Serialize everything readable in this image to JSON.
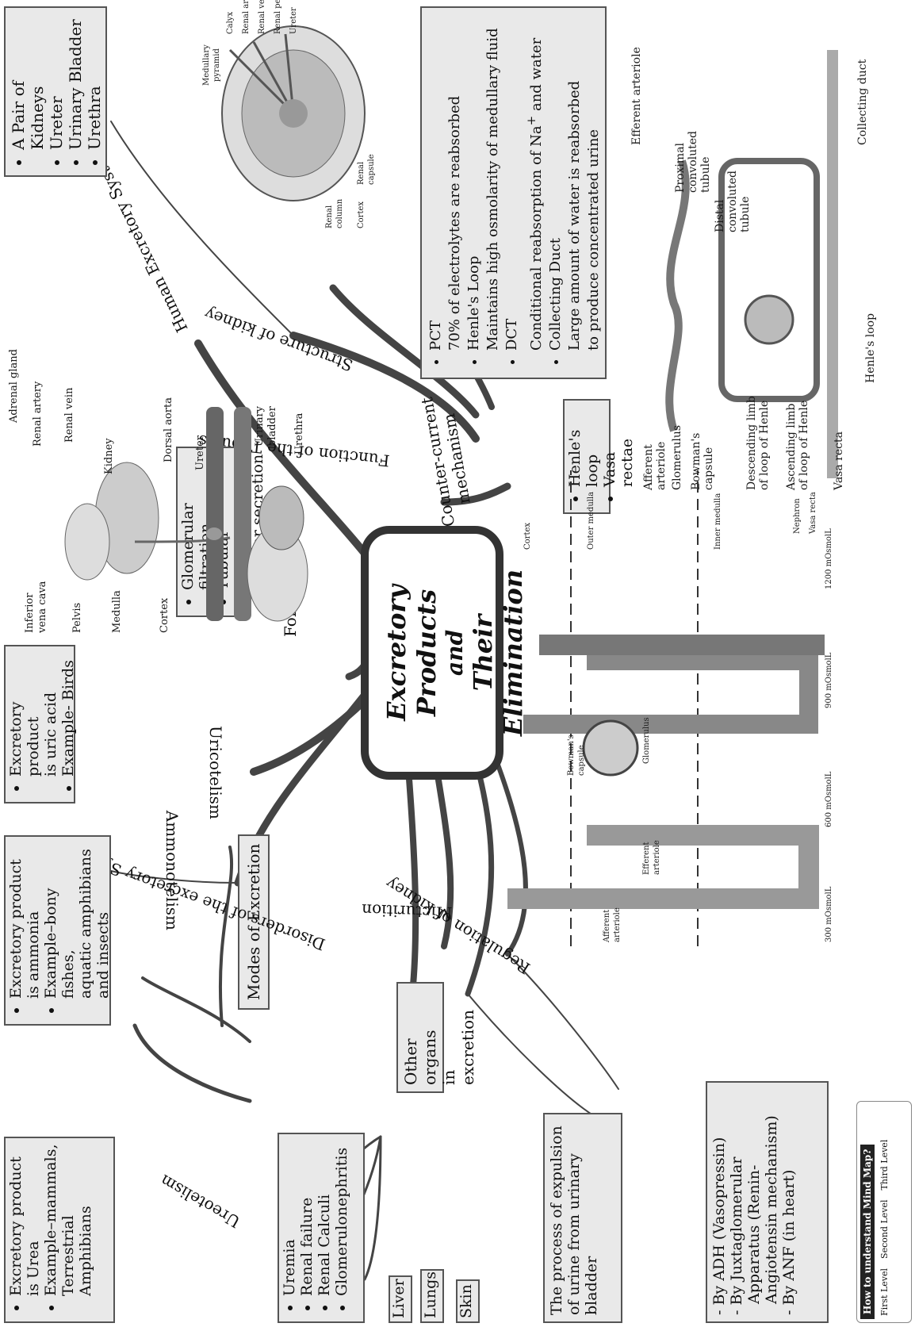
{
  "central_title": {
    "line1": "Excretory Products",
    "line2": "and",
    "line3": "Their Elimination"
  },
  "branches": {
    "human_excretory_system": "Human Excretory System",
    "structure_of_kidney": "Structure of kidney",
    "function_of_tubules": "Function of the Tubules",
    "counter_current": {
      "line1": "Counter-current",
      "line2": "mechanism"
    },
    "urine_formation": {
      "line1": "Urine",
      "line2": "Formation"
    },
    "modes_of_excretion": "Modes of Excretion",
    "ureotelism": "Ureotelism",
    "ammonotelism": "Ammonotelism",
    "uricotelism": "Uricotelism",
    "disorders": "Disorders of the excretory System",
    "micturition": "Micturition",
    "regulation": "Regulation of kidney",
    "other_organs": {
      "line1": "Other organs",
      "line2": "in excretion"
    }
  },
  "boxes": {
    "kidney_parts": [
      "A Pair of Kidneys",
      "Ureter",
      "Urinary Bladder",
      "Urethra"
    ],
    "tubules": [
      "PCT",
      "70% of electrolytes are reabsorbed",
      "Henle's Loop",
      "Maintains high osmolarity of medullary fluid",
      "DCT",
      "Conditional reabsorption of Na",
      "and water",
      "Collecting Duct",
      "Large amount of water is reabsorbed",
      "to produce concentrated urine"
    ],
    "counter_current": [
      "Henle's loop",
      "Vasa rectae"
    ],
    "urine_formation": [
      "Glomerular filtration",
      "Tubular reabsorption",
      "Tubular secretion"
    ],
    "uricotelism": [
      "Excretory product",
      "is uric acid",
      "Example- Birds"
    ],
    "ammonotelism": [
      "Excretory product",
      "is ammonia",
      "Example–bony fishes,",
      "aquatic amphibians",
      "and insects"
    ],
    "ureotelism": [
      "Excretory product",
      "is Urea",
      "Example–mammals,",
      "Terrestrial",
      "Amphibians"
    ],
    "disorders": [
      "Uremia",
      "Renal failure",
      "Renal Calculi",
      "Glomerulonephritis"
    ],
    "organs": [
      "Liver",
      "Lungs",
      "Skin"
    ],
    "micturition": [
      "The process of expulsion",
      "of urine from urinary",
      "bladder"
    ],
    "regulation": [
      "- By ADH (Vasopressin)",
      "- By Juxtaglomerular",
      "Apparatus (Renin-",
      "Angiotensin mechanism)",
      "- By ANF (in heart)"
    ]
  },
  "figures": {
    "system": [
      "Adrenal gland",
      "Renal artery",
      "Renal vein",
      "Kidney",
      "Dorsal aorta",
      "Ureter",
      "Urinary",
      "bladder",
      "Urethra",
      "Inferior",
      "vena cava",
      "Pelvis",
      "Medulla",
      "Cortex"
    ],
    "kidney": [
      "Medullary",
      "pyramid",
      "Calyx",
      "Renal artery",
      "Renal vein",
      "Renal pelvis",
      "Ureter",
      "Renal",
      "column",
      "Cortex",
      "Renal",
      "capsule"
    ],
    "nephron": [
      "Efferent arteriole",
      "Proximal",
      "convoluted",
      "tubule",
      "Distal",
      "convoluted",
      "tubule",
      "Collecting duct",
      "Afferent",
      "arteriole",
      "Glomerulus",
      "Bowman's",
      "capsule",
      "Descending limb",
      "of loop of Henle",
      "Ascending limb",
      "of loop of Henle",
      "Vasa recta",
      "Henle's loop"
    ],
    "countercurrent": [
      "Cortex",
      "Outer medulla",
      "Inner medulla",
      "300 mOsmolL",
      "600 mOsmolL",
      "900 mOsmolL",
      "1200 mOsmolL",
      "Bowman's",
      "capsule",
      "Glomerulus",
      "Afferent",
      "arteriole",
      "Efferent",
      "arteriole",
      "Nephron",
      "Vasa recta"
    ]
  },
  "legend": {
    "title": "How to understand Mind Map?",
    "first": "First Level",
    "second": "Second Level",
    "third": "Third Level"
  }
}
